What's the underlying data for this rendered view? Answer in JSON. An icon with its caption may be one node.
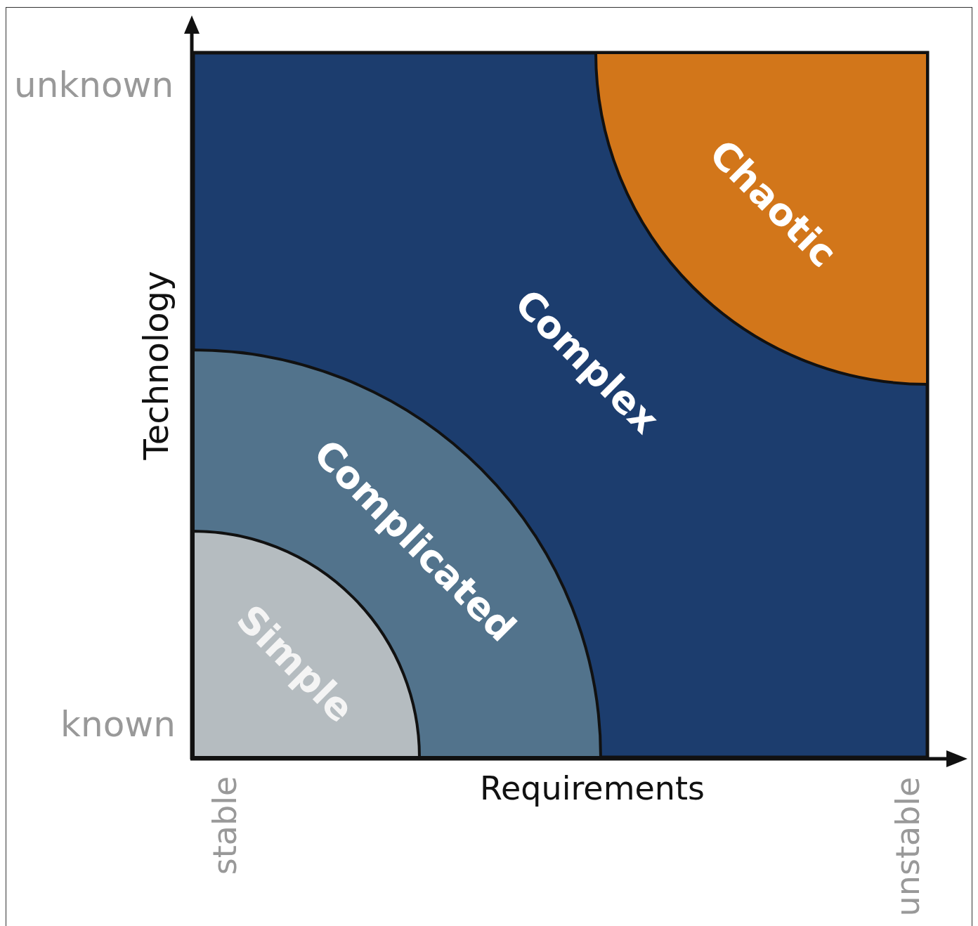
{
  "diagram": {
    "nodes": [
      {
        "text": [
          "Complex"
        ]
      },
      {
        "text": [
          "Chaotic"
        ],
        "in": 0
      },
      {
        "text": [
          "Complicated"
        ],
        "in": 0
      },
      {
        "text": [
          "Simple"
        ],
        "in": 2
      }
    ],
    "labels": [
      "unknown",
      "Technology",
      "known",
      "stable",
      "Requirements",
      "unstable"
    ]
  }
}
